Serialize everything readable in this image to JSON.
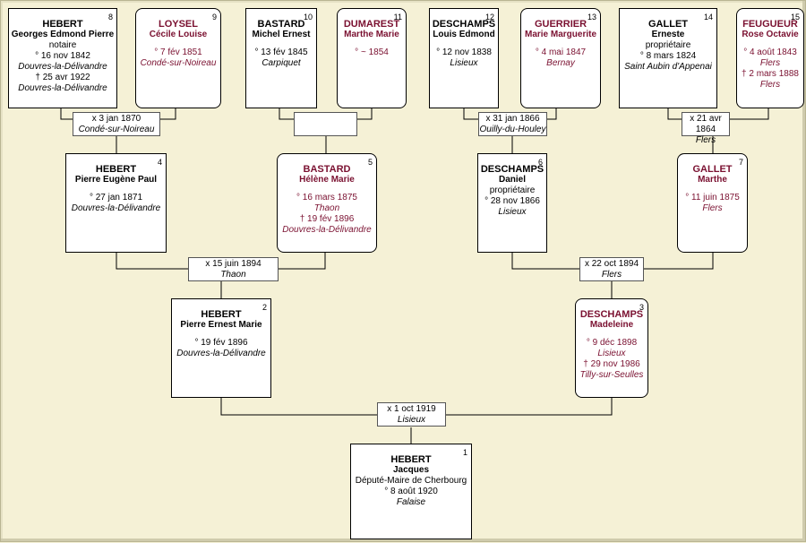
{
  "persons": {
    "p1": {
      "num": "1",
      "surname": "HEBERT",
      "given": "Jacques",
      "occupation": "Député-Maire de Cherbourg",
      "birth": "° 8 août 1920",
      "birth_place": "Falaise"
    },
    "p2": {
      "num": "2",
      "surname": "HEBERT",
      "given": "Pierre Ernest Marie",
      "birth": "° 19 fév 1896",
      "birth_place": "Douvres-la-Délivandre"
    },
    "p3": {
      "num": "3",
      "surname": "DESCHAMPS",
      "given": "Madeleine",
      "birth": "° 9 déc 1898",
      "birth_place": "Lisieux",
      "death": "† 29 nov 1986",
      "death_place": "Tilly-sur-Seulles"
    },
    "p4": {
      "num": "4",
      "surname": "HEBERT",
      "given": "Pierre Eugène Paul",
      "birth": "° 27 jan 1871",
      "birth_place": "Douvres-la-Délivandre"
    },
    "p5": {
      "num": "5",
      "surname": "BASTARD",
      "given": "Hélène Marie",
      "birth": "° 16 mars 1875",
      "birth_place": "Thaon",
      "death": "† 19 fév 1896",
      "death_place": "Douvres-la-Délivandre"
    },
    "p6": {
      "num": "6",
      "surname": "DESCHAMPS",
      "given": "Daniel",
      "occupation": "propriétaire",
      "birth": "° 28 nov 1866",
      "birth_place": "Lisieux"
    },
    "p7": {
      "num": "7",
      "surname": "GALLET",
      "given": "Marthe",
      "birth": "° 11 juin 1875",
      "birth_place": "Flers"
    },
    "p8": {
      "num": "8",
      "surname": "HEBERT",
      "given": "Georges Edmond Pierre",
      "occupation": "notaire",
      "birth": "° 16 nov 1842",
      "birth_place": "Douvres-la-Délivandre",
      "death": "† 25 avr 1922",
      "death_place": "Douvres-la-Délivandre"
    },
    "p9": {
      "num": "9",
      "surname": "LOYSEL",
      "given": "Cécile Louise",
      "birth": "° 7 fév 1851",
      "birth_place": "Condé-sur-Noireau"
    },
    "p10": {
      "num": "10",
      "surname": "BASTARD",
      "given": "Michel Ernest",
      "birth": "° 13 fév 1845",
      "birth_place": "Carpiquet"
    },
    "p11": {
      "num": "11",
      "surname": "DUMAREST",
      "given": "Marthe Marie",
      "birth": "° ~ 1854"
    },
    "p12": {
      "num": "12",
      "surname": "DESCHAMPS",
      "given": "Louis Edmond",
      "birth": "° 12 nov 1838",
      "birth_place": "Lisieux"
    },
    "p13": {
      "num": "13",
      "surname": "GUERRIER",
      "given": "Marie Marguerite",
      "birth": "° 4 mai 1847",
      "birth_place": "Bernay"
    },
    "p14": {
      "num": "14",
      "surname": "GALLET",
      "given": "Erneste",
      "occupation": "propriétaire",
      "birth": "° 8 mars 1824",
      "birth_place": "Saint Aubin d'Appenai"
    },
    "p15": {
      "num": "15",
      "surname": "FEUGUEUR",
      "given": "Rose Octavie",
      "birth": "° 4 août 1843",
      "birth_place": "Flers",
      "death": "† 2 mars 1888",
      "death_place": "Flers"
    }
  },
  "marriages": {
    "m8": {
      "date": "x 3 jan 1870",
      "place": "Condé-sur-Noireau"
    },
    "m10": {
      "date": "",
      "place": ""
    },
    "m12": {
      "date": "x 31 jan 1866",
      "place": "Ouilly-du-Houley"
    },
    "m14": {
      "date": "x 21 avr 1864",
      "place": "Flers"
    },
    "m4": {
      "date": "x 15 juin 1894",
      "place": "Thaon"
    },
    "m6": {
      "date": "x 22 oct 1894",
      "place": "Flers"
    },
    "m2": {
      "date": "x 1 oct 1919",
      "place": "Lisieux"
    }
  }
}
